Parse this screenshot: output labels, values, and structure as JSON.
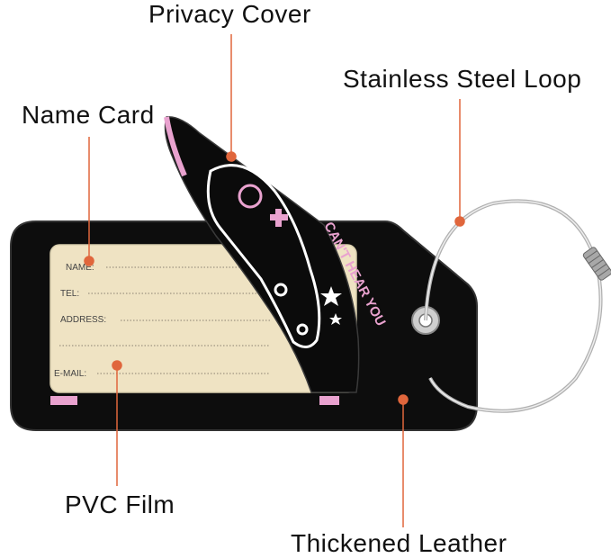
{
  "callouts": {
    "privacy_cover": "Privacy Cover",
    "stainless_loop": "Stainless Steel Loop",
    "name_card": "Name Card",
    "pvc_film": "PVC Film",
    "thickened_leather": "Thickened Leather"
  },
  "card": {
    "name": "NAME:",
    "tel": "TEL:",
    "address": "ADDRESS:",
    "email": "E-MAIL:"
  },
  "cover_text": "CAN'T HEAR YOU",
  "colors": {
    "leader": "#e0663c",
    "leather": "#0d0d0d",
    "card": "#efe3c3",
    "accent": "#e9a2cf"
  }
}
